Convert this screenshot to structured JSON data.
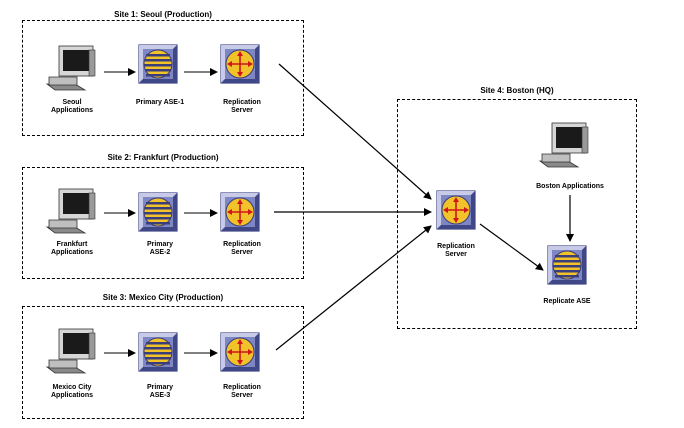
{
  "sites": [
    {
      "title": "Site 1: Seoul (Production)",
      "app_label": [
        "Seoul",
        "Applications"
      ],
      "ase_label": [
        "Primary ASE-1"
      ],
      "rs_label": [
        "Replication",
        "Server"
      ]
    },
    {
      "title": "Site 2: Frankfurt (Production)",
      "app_label": [
        "Frankfurt",
        "Applications"
      ],
      "ase_label": [
        "Primary",
        "ASE-2"
      ],
      "rs_label": [
        "Replication",
        "Server"
      ]
    },
    {
      "title": "Site 3: Mexico City (Production)",
      "app_label": [
        "Mexico City",
        "Applications"
      ],
      "ase_label": [
        "Primary",
        "ASE-3"
      ],
      "rs_label": [
        "Replication",
        "Server"
      ]
    }
  ],
  "hq": {
    "title": "Site 4: Boston (HQ)",
    "apps_label": "Boston Applications",
    "rs_label": [
      "Replication",
      "Server"
    ],
    "ase_label": "Replicate ASE"
  },
  "colors": {
    "box_border": "#000000",
    "tile_face": "#7f86c4",
    "tile_light": "#c7cbe8",
    "tile_dark": "#3f4787",
    "disk_yellow": "#f2c22a",
    "disk_stripe": "#3a3f7a",
    "rs_arrow": "#d0151a",
    "computer_body": "#bfbfbf"
  }
}
